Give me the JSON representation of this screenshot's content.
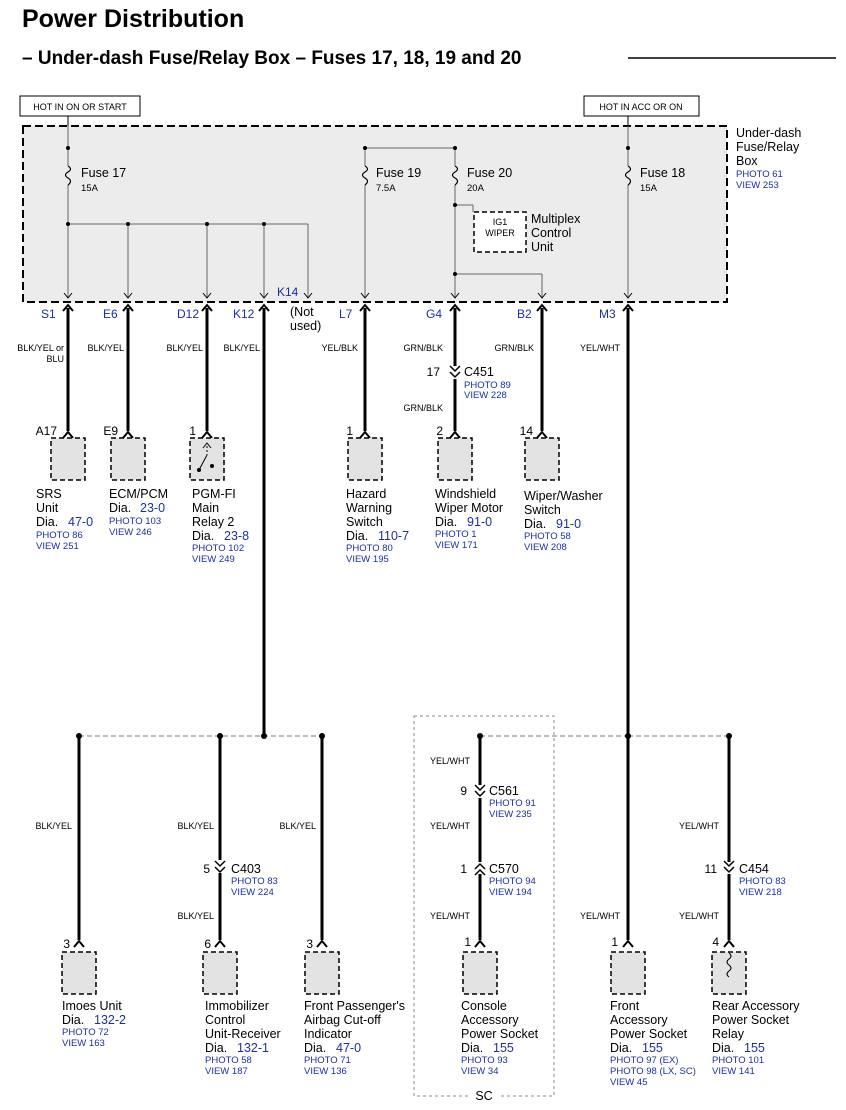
{
  "title": "Power Distribution",
  "subtitle": "– Under-dash Fuse/Relay Box – Fuses 17, 18, 19 and 20",
  "hot_labels": {
    "left": "HOT IN ON OR START",
    "right": "HOT IN ACC OR ON"
  },
  "box": {
    "name_1": "Under-dash",
    "name_2": "Fuse/Relay",
    "name_3": "Box",
    "photo": "PHOTO 61",
    "view": "VIEW 253"
  },
  "fuses": [
    {
      "name": "Fuse 17",
      "rating": "15A"
    },
    {
      "name": "Fuse 19",
      "rating": "7.5A"
    },
    {
      "name": "Fuse 20",
      "rating": "20A"
    },
    {
      "name": "Fuse 18",
      "rating": "15A"
    }
  ],
  "mux": {
    "ig1": "IG1",
    "wiper": "WIPER",
    "name_1": "Multiplex",
    "name_2": "Control",
    "name_3": "Unit"
  },
  "pins": [
    "S1",
    "E6",
    "D12",
    "K12",
    "K14",
    "L7",
    "G4",
    "B2",
    "M3"
  ],
  "not_used_1": "(Not",
  "not_used_2": "used)",
  "wires": {
    "s1_1": "BLK/YEL or",
    "s1_2": "BLU",
    "e6": "BLK/YEL",
    "d12": "BLK/YEL",
    "k12": "BLK/YEL",
    "l7": "YEL/BLK",
    "g4": "GRN/BLK",
    "g4_lower": "GRN/BLK",
    "b2": "GRN/BLK",
    "m3": "YEL/WHT",
    "imoes": "BLK/YEL",
    "immo_upper": "BLK/YEL",
    "immo_lower": "BLK/YEL",
    "airbag": "BLK/YEL",
    "console_1": "YEL/WHT",
    "console_2": "YEL/WHT",
    "console_3": "YEL/WHT",
    "front_acc": "YEL/WHT",
    "rear_upper": "YEL/WHT",
    "rear_lower": "YEL/WHT"
  },
  "connectors": {
    "c451": {
      "pin": "17",
      "name": "C451",
      "photo": "PHOTO 89",
      "view": "VIEW 228"
    },
    "c561": {
      "pin": "9",
      "name": "C561",
      "photo": "PHOTO 91",
      "view": "VIEW 235"
    },
    "c570": {
      "pin": "1",
      "name": "C570",
      "photo": "PHOTO 94",
      "view": "VIEW 194"
    },
    "c403": {
      "pin": "5",
      "name": "C403",
      "photo": "PHOTO 83",
      "view": "VIEW 224"
    },
    "c454": {
      "pin": "11",
      "name": "C454",
      "photo": "PHOTO 83",
      "view": "VIEW 218"
    }
  },
  "components_top": {
    "srs": {
      "pin": "A17",
      "l1": "SRS",
      "l2": "Unit",
      "dia": "Dia.",
      "dia_num": "47-0",
      "photo": "PHOTO 86",
      "view": "VIEW 251"
    },
    "ecm": {
      "pin": "E9",
      "l1": "ECM/PCM",
      "dia": "Dia.",
      "dia_num": "23-0",
      "photo": "PHOTO 103",
      "view": "VIEW 246"
    },
    "pgm": {
      "pin": "1",
      "l1": "PGM-FI",
      "l2": "Main",
      "l3": "Relay 2",
      "dia": "Dia.",
      "dia_num": "23-8",
      "photo": "PHOTO 102",
      "view": "VIEW 249"
    },
    "hazard": {
      "pin": "1",
      "l1": "Hazard",
      "l2": "Warning",
      "l3": "Switch",
      "dia": "Dia.",
      "dia_num": "110-7",
      "photo": "PHOTO 80",
      "view": "VIEW 195"
    },
    "wiper_motor": {
      "pin": "2",
      "l1": "Windshield",
      "l2": "Wiper Motor",
      "dia": "Dia.",
      "dia_num": "91-0",
      "photo": "PHOTO 1",
      "view": "VIEW 171"
    },
    "wiper_switch": {
      "pin": "14",
      "l1": "Wiper/Washer",
      "l2": "Switch",
      "dia": "Dia.",
      "dia_num": "91-0",
      "photo": "PHOTO 58",
      "view": "VIEW 208"
    }
  },
  "components_bottom": {
    "imoes": {
      "pin": "3",
      "l1": "Imoes Unit",
      "dia": "Dia.",
      "dia_num": "132-2",
      "photo": "PHOTO 72",
      "view": "VIEW 163"
    },
    "immo": {
      "pin": "6",
      "l1": "Immobilizer",
      "l2": "Control",
      "l3": "Unit-Receiver",
      "dia": "Dia.",
      "dia_num": "132-1",
      "photo": "PHOTO 58",
      "view": "VIEW 187"
    },
    "airbag": {
      "pin": "3",
      "l1": "Front Passenger's",
      "l2": "Airbag Cut-off",
      "l3": "Indicator",
      "dia": "Dia.",
      "dia_num": "47-0",
      "photo": "PHOTO 71",
      "view": "VIEW 136"
    },
    "console": {
      "pin": "1",
      "l1": "Console",
      "l2": "Accessory",
      "l3": "Power Socket",
      "dia": "Dia.",
      "dia_num": "155",
      "photo": "PHOTO 93",
      "view": "VIEW 34"
    },
    "front_acc": {
      "pin": "1",
      "l1": "Front",
      "l2": "Accessory",
      "l3": "Power Socket",
      "dia": "Dia.",
      "dia_num": "155",
      "photo_1": "PHOTO 97 (EX)",
      "photo_2": "PHOTO 98 (LX, SC)",
      "view": "VIEW 45"
    },
    "rear_acc": {
      "pin": "4",
      "l1": "Rear Accessory",
      "l2": "Power Socket",
      "l3": "Relay",
      "dia": "Dia.",
      "dia_num": "155",
      "photo": "PHOTO 101",
      "view": "VIEW 141"
    }
  },
  "sc_label": "SC",
  "colors": {
    "link": "#1a2fa0",
    "box_fill": "#ececec",
    "component_fill": "#e3e3e3"
  }
}
